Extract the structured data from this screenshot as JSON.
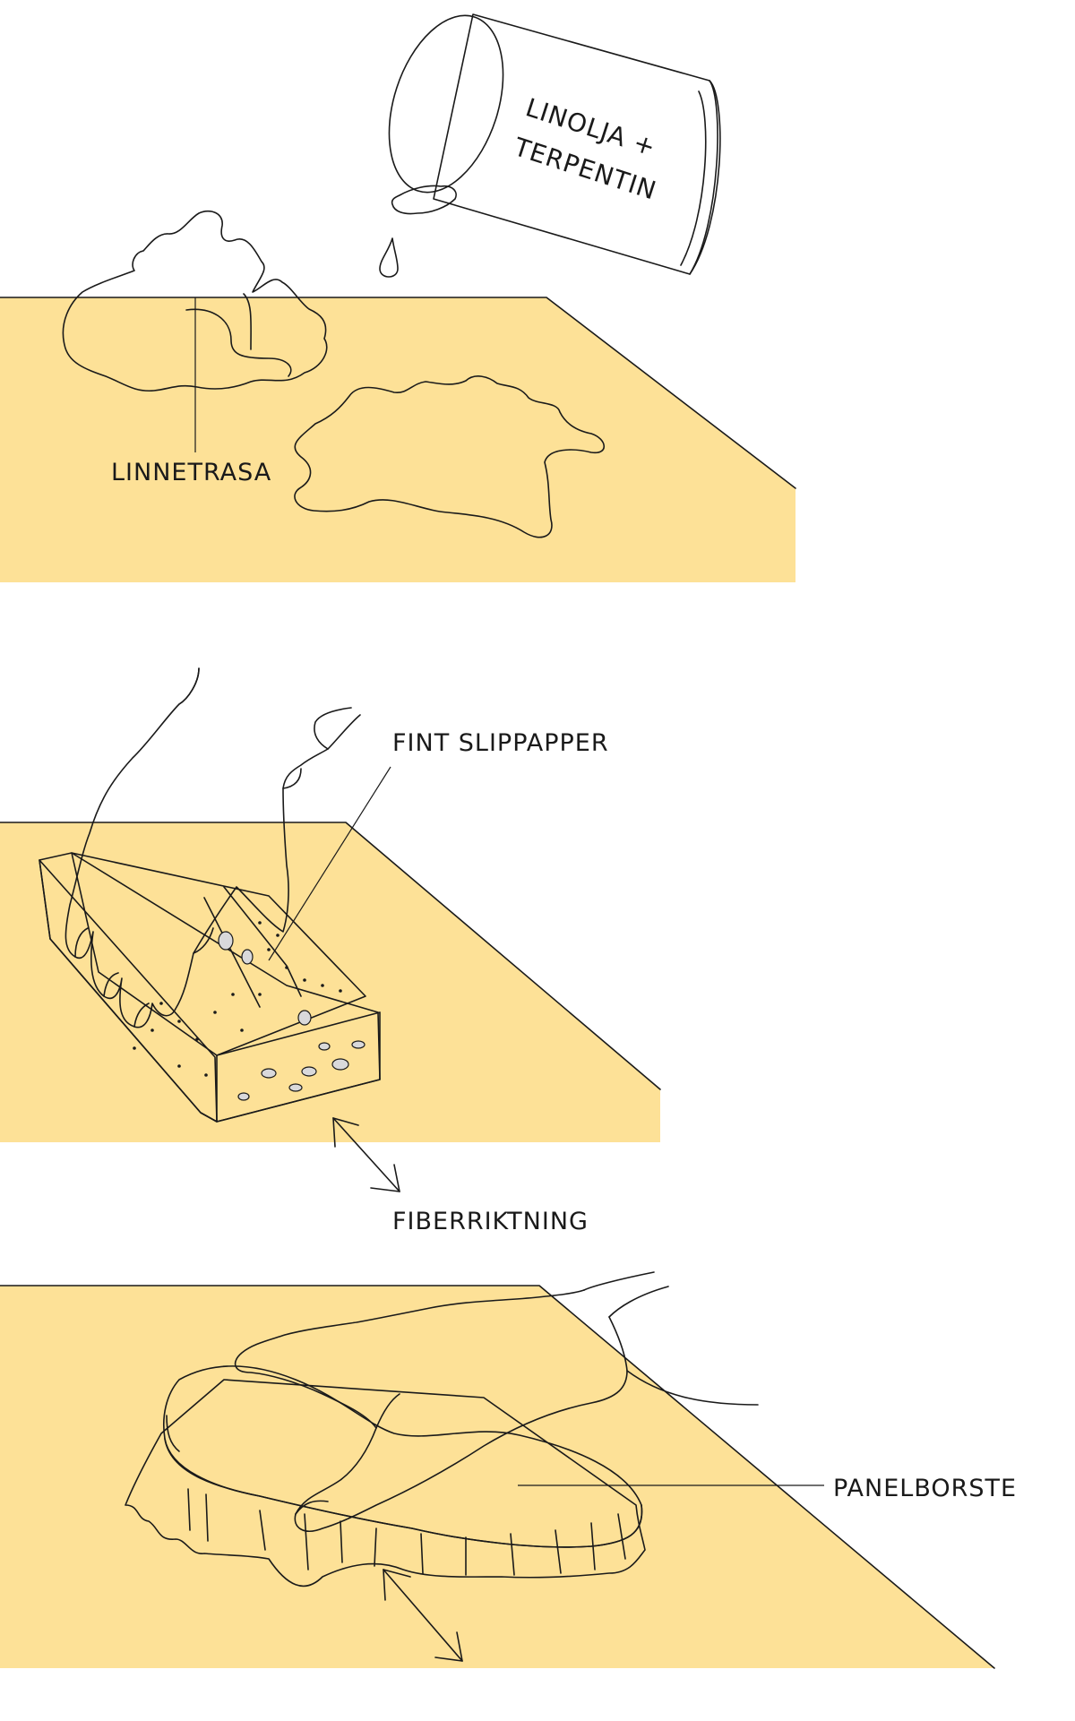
{
  "colors": {
    "surface": "#fde197",
    "oil": "#fccb7f",
    "can_body": "#d3d3d6",
    "can_dark": "#a7a7aa",
    "sponge_light": "#d9d9db",
    "sponge_dark": "#a5a5a8",
    "brush_top": "#a7a7aa",
    "bristles": "#d6d6d8",
    "line": "#1a1a1a"
  },
  "step1": {
    "can_label_line1": "LINOLJA +",
    "can_label_line2": "TERPENTIN",
    "rag_label": "LINNETRASA"
  },
  "step2": {
    "sandpaper_label": "FINT SLIPPAPPER",
    "grain_label": "FIBERRIKTNING"
  },
  "step3": {
    "brush_label": "PANELBORSTE"
  }
}
